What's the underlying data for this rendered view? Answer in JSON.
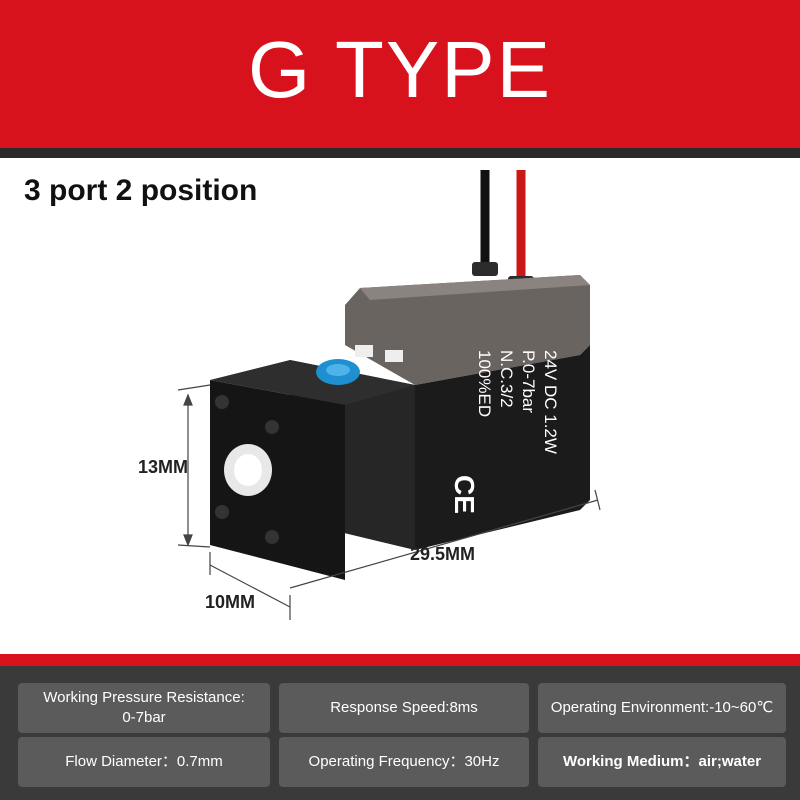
{
  "banner": {
    "title": "G TYPE"
  },
  "subtitle": "3 port 2 position",
  "label_print": {
    "line1": "24V DC   1.2W",
    "line2": "P.0-7bar",
    "line3": "N.C.3/2",
    "line4": "100%ED",
    "mark": "CE"
  },
  "dimensions": {
    "height": "13MM",
    "length": "29.5MM",
    "width": "10MM"
  },
  "specs": {
    "pressure_label": "Working Pressure Resistance:",
    "pressure_value": "0-7bar",
    "response": "Response Speed:8ms",
    "environment": "Operating Environment:-10~60℃",
    "flow": "Flow Diameter：0.7mm",
    "frequency": "Operating Frequency：30Hz",
    "medium": "Working Medium：air;water"
  },
  "colors": {
    "banner_red": "#d8121c",
    "body_black": "#1b1b1b",
    "port_blue": "#1e8fd0",
    "footer_dark": "#3a3a3a",
    "spec_box": "#5b5b5b"
  }
}
